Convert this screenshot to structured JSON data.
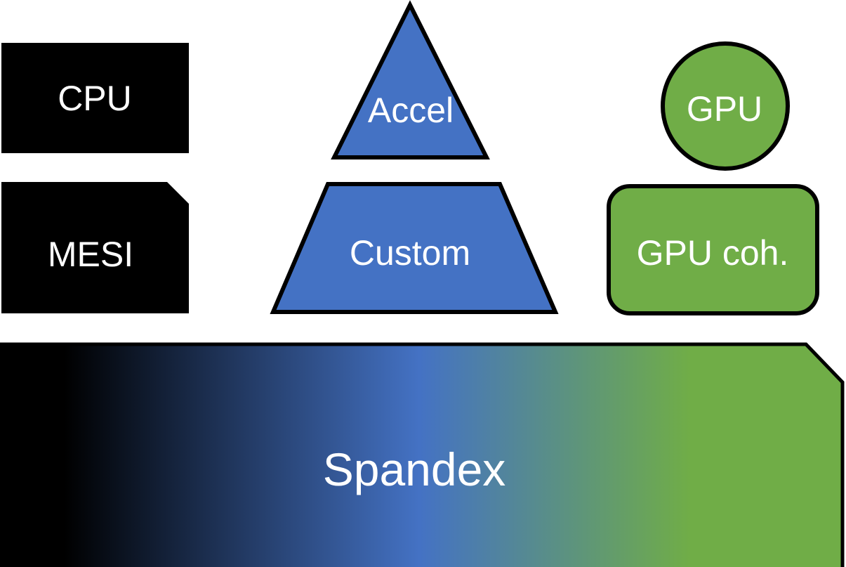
{
  "diagram": {
    "cpu": {
      "label": "CPU"
    },
    "mesi": {
      "label": "MESI"
    },
    "accel": {
      "label": "Accel"
    },
    "custom": {
      "label": "Custom"
    },
    "gpu": {
      "label": "GPU"
    },
    "gpu_coh": {
      "label": "GPU coh."
    },
    "spandex": {
      "label": "Spandex"
    }
  },
  "colors": {
    "black": "#000000",
    "blue": "#4472c4",
    "green": "#70ad47",
    "outline": "#000000",
    "text": "#ffffff"
  }
}
